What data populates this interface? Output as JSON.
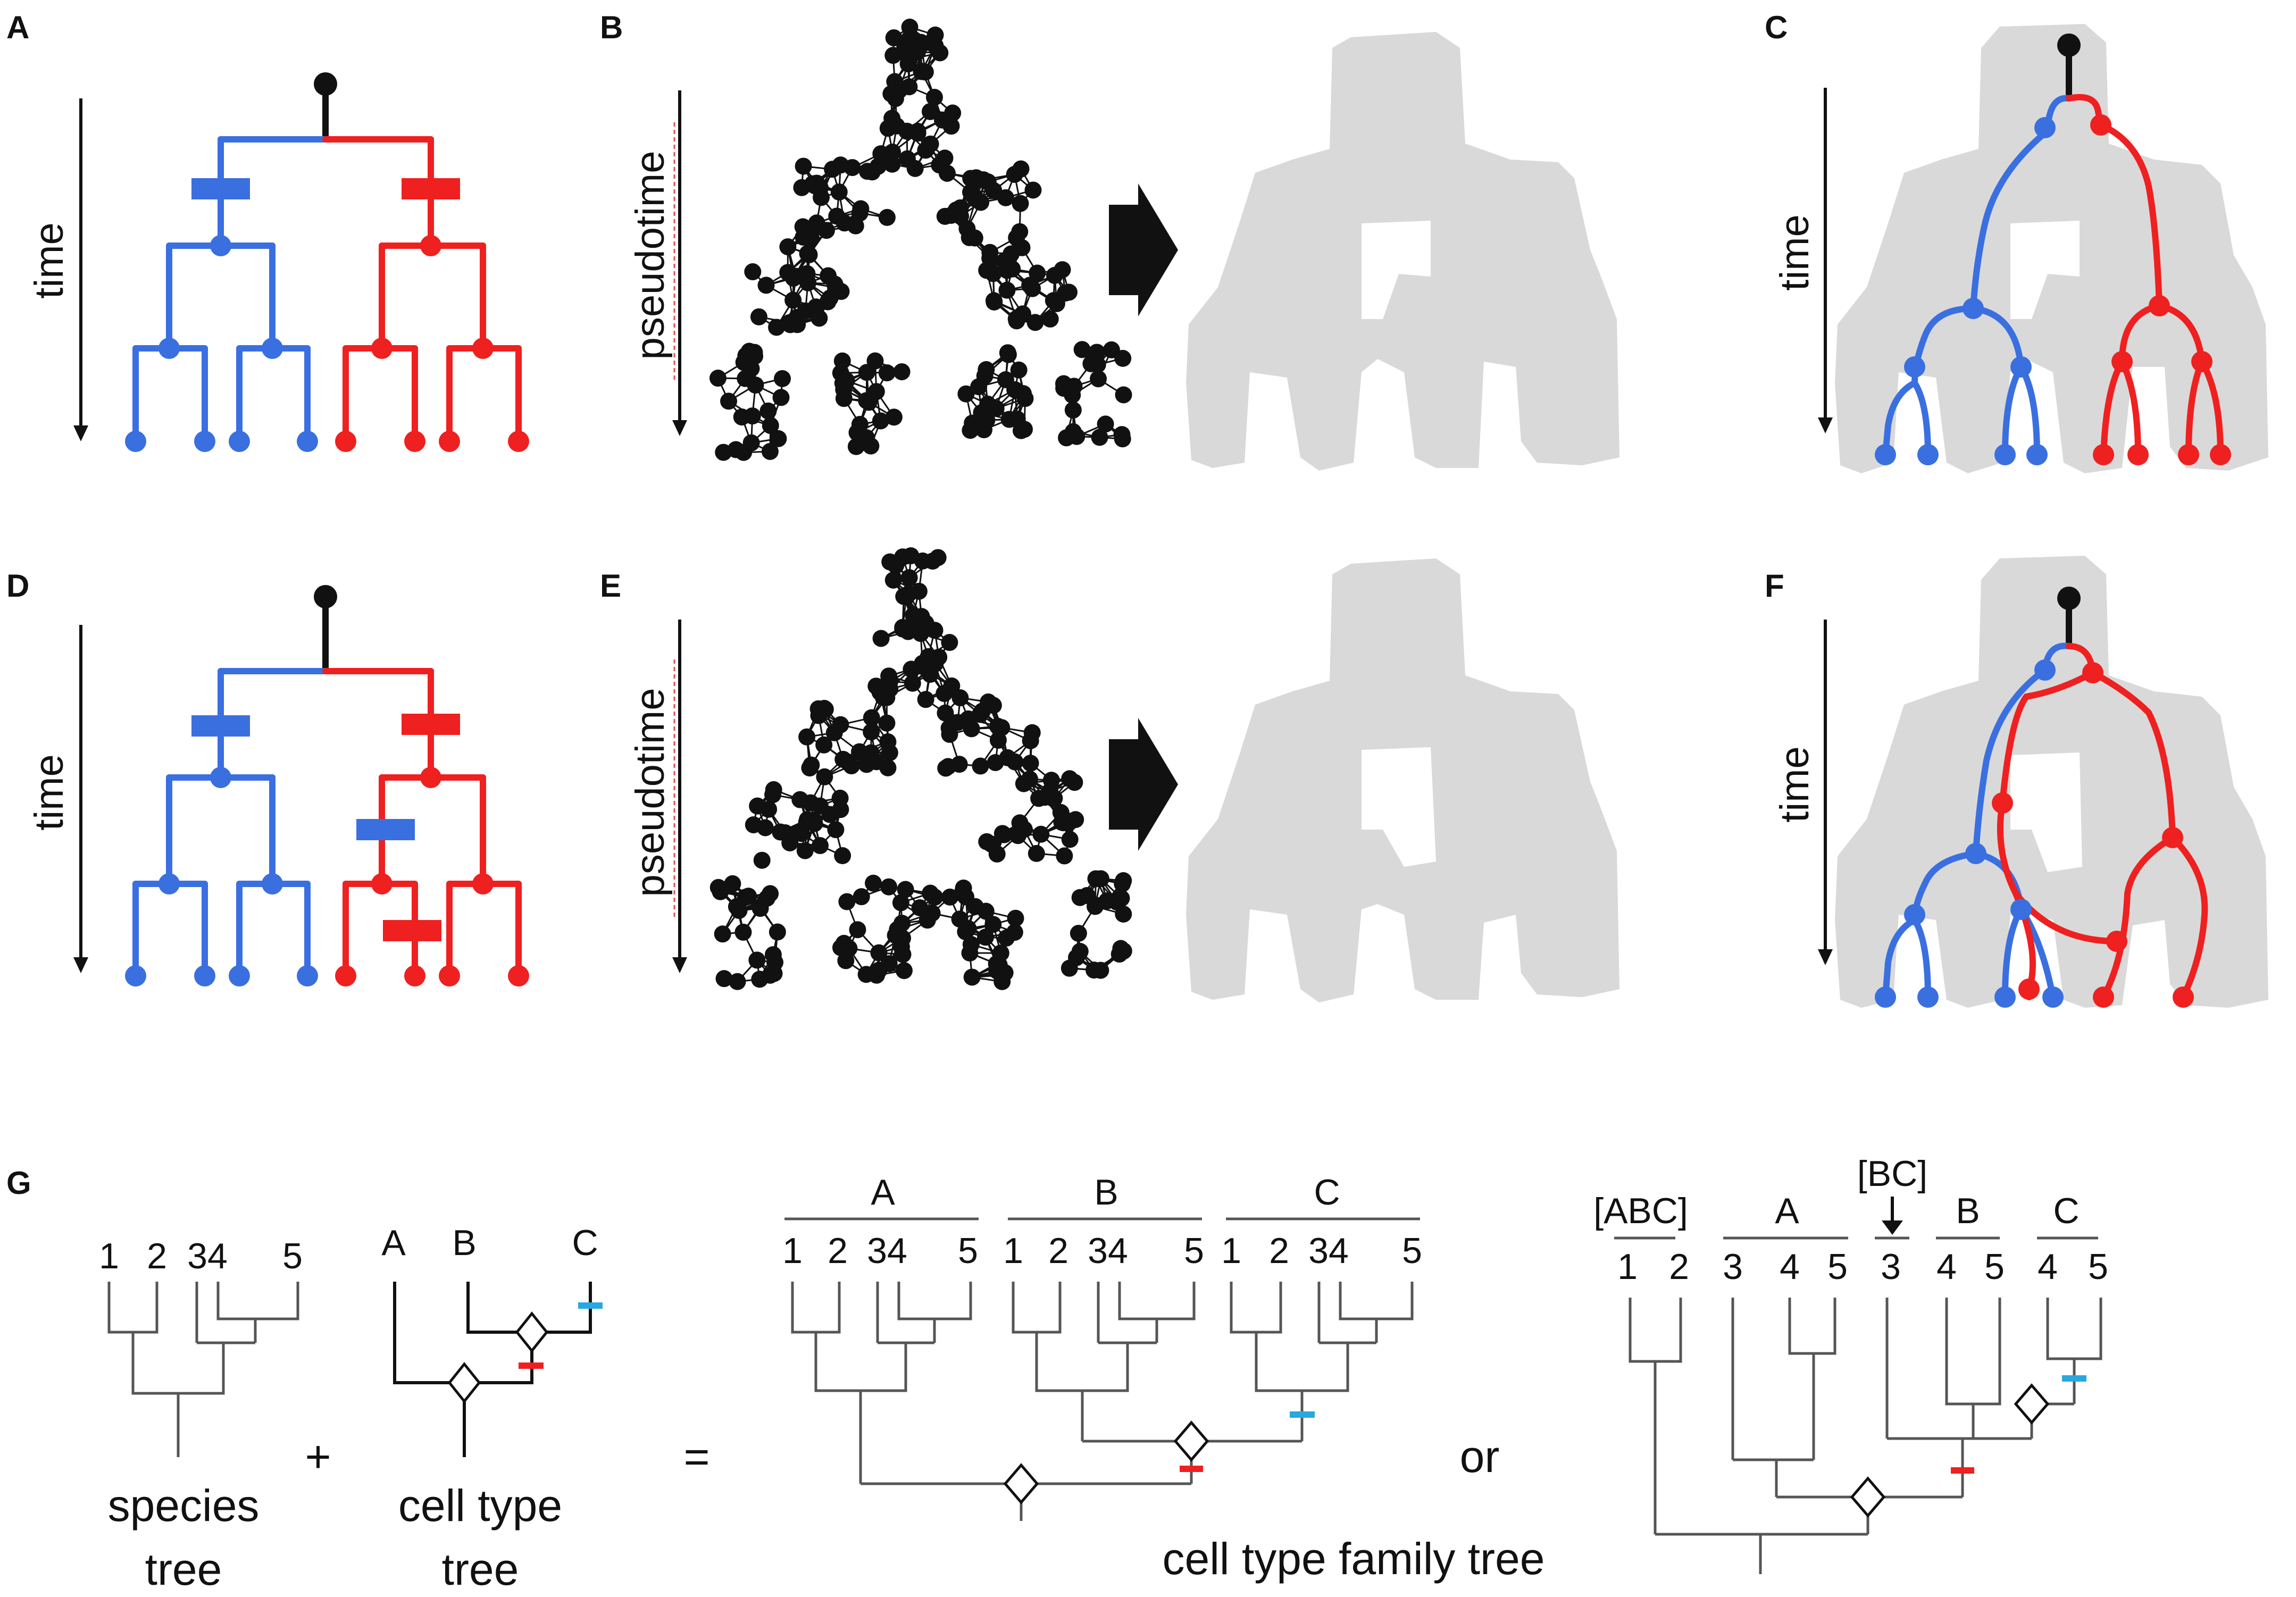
{
  "panels": {
    "a": {
      "letter": "A",
      "axis": "time"
    },
    "b": {
      "letter": "B",
      "axis": "pseudotime"
    },
    "c": {
      "letter": "C",
      "axis": "time"
    },
    "d": {
      "letter": "D",
      "axis": "time"
    },
    "e": {
      "letter": "E",
      "axis": "pseudotime"
    },
    "f": {
      "letter": "F",
      "axis": "time"
    },
    "g": {
      "letter": "G",
      "species_leaves": [
        "1",
        "2",
        "34",
        "5"
      ],
      "species_caption": [
        "species",
        "tree"
      ],
      "plus": "+",
      "celltype_leaves": [
        "A",
        "B",
        "C"
      ],
      "celltype_caption": [
        "cell type",
        "tree"
      ],
      "equals": "=",
      "family_groups": [
        "A",
        "B",
        "C"
      ],
      "family_leaves": [
        "1",
        "2",
        "34",
        "5"
      ],
      "family_caption": "cell type family  tree",
      "or": "or",
      "alt_groups": [
        "[ABC]",
        "A",
        "[BC]",
        "B",
        "C"
      ],
      "alt_leaves": [
        "1",
        "2",
        "3",
        "4",
        "5",
        "3",
        "4",
        "5",
        "4",
        "5"
      ]
    }
  },
  "colors": {
    "blue": "#3a6fe0",
    "red": "#ef2020",
    "cyan": "#28a8e0",
    "gray": "#d9d9d9",
    "black": "#111111"
  }
}
